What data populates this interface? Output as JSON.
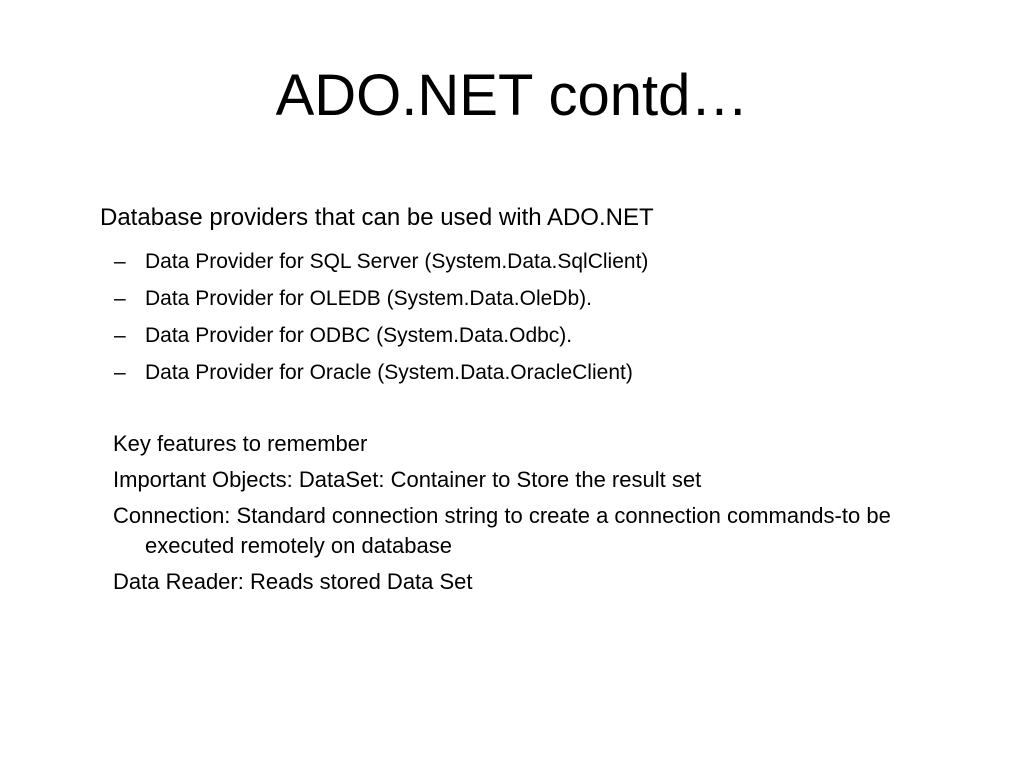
{
  "slide": {
    "title": "ADO.NET contd…",
    "intro": "Database providers that can be used with ADO.NET",
    "dash_symbol": "–",
    "providers": [
      "Data Provider for SQL Server (System.Data.SqlClient)",
      "Data Provider for OLEDB (System.Data.OleDb).",
      "Data Provider for ODBC (System.Data.Odbc).",
      "Data Provider for Oracle (System.Data.OracleClient)"
    ],
    "features": [
      "Key features to remember",
      "Important Objects: DataSet: Container to Store the result set",
      "Connection: Standard connection string to create a connection commands-to be executed remotely on database",
      "Data Reader: Reads stored Data Set"
    ]
  }
}
